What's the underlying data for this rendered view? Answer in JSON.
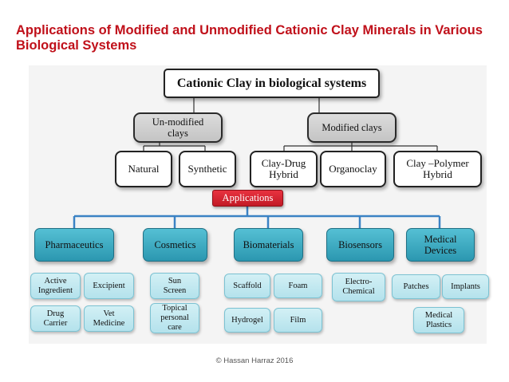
{
  "title": "Applications of Modified and Unmodified Cationic Clay Minerals in Various Biological Systems",
  "diagram": {
    "root": "Cationic Clay in biological systems",
    "unmodified": "Un-modified clays",
    "modified": "Modified clays",
    "natural": "Natural",
    "synthetic": "Synthetic",
    "clay_drug_hybrid": "Clay-Drug Hybrid",
    "organoclay": "Organoclay",
    "clay_polymer_hybrid": "Clay –Polymer Hybrid",
    "applications": "Applications",
    "categories": {
      "pharmaceutics": "Pharmaceutics",
      "cosmetics": "Cosmetics",
      "biomaterials": "Biomaterials",
      "biosensors": "Biosensors",
      "medical_devices": "Medical Devices"
    },
    "leaves": {
      "active_ingredient": "Active Ingredient",
      "excipient": "Excipient",
      "drug_carrier": "Drug Carrier",
      "vet_medicine": "Vet Medicine",
      "sun_screen": "Sun Screen",
      "topical_personal_care": "Topical personal care",
      "scaffold": "Scaffold",
      "foam": "Foam",
      "hydrogel": "Hydrogel",
      "film": "Film",
      "electro_chemical": "Electro-Chemical",
      "patches": "Patches",
      "implants": "Implants",
      "medical_plastics": "Medical Plastics"
    }
  },
  "footer": "©  Hassan Harraz  2016",
  "colors": {
    "title": "#c0101a",
    "applications_fill": "#d8202d",
    "category_fill": "#3aa8c1",
    "leaf_fill": "#c4e9f1",
    "connector": "#3b82c4"
  }
}
